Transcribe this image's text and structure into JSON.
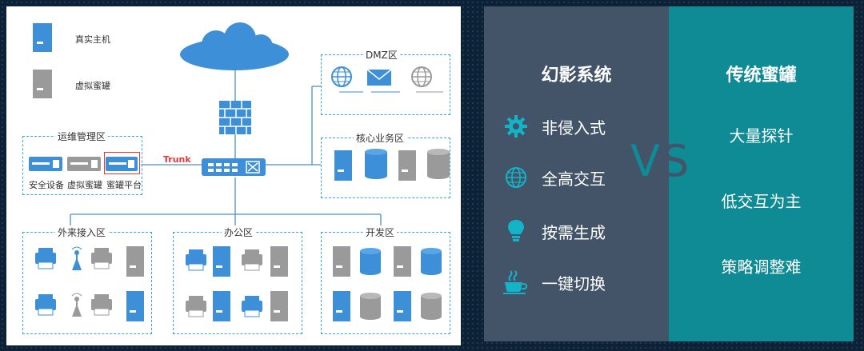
{
  "legend": {
    "real_host": "真实主机",
    "virtual_honeypot": "虚拟蜜罐"
  },
  "zones": {
    "ops": {
      "title": "运维管理区",
      "labels": [
        "安全设备",
        "虚拟蜜罐",
        "蜜罐平台"
      ]
    },
    "dmz": {
      "title": "DMZ区"
    },
    "core": {
      "title": "核心业务区"
    },
    "external": {
      "title": "外来接入区"
    },
    "office": {
      "title": "办公区"
    },
    "dev": {
      "title": "开发区"
    }
  },
  "trunk_label": "Trunk",
  "left_panel": {
    "title": "幻影系统",
    "features": [
      {
        "icon": "gear-icon",
        "label": "非侵入式"
      },
      {
        "icon": "globe-icon",
        "label": "全高交互"
      },
      {
        "icon": "lightbulb-icon",
        "label": "按需生成"
      },
      {
        "icon": "coffee-cup-icon",
        "label": "一键切换"
      }
    ]
  },
  "right_panel": {
    "title": "传统蜜罐",
    "features": [
      "大量探针",
      "低交互为主",
      "策略调整难"
    ]
  },
  "vs": {
    "v": "V",
    "s": "S"
  },
  "colors": {
    "real": "#3d8fd8",
    "virtual": "#9a9a9a",
    "zone_border": "#3aa3d8",
    "left_bg": "#435468",
    "right_bg": "#0f8b95",
    "trunk": "#e53935"
  }
}
